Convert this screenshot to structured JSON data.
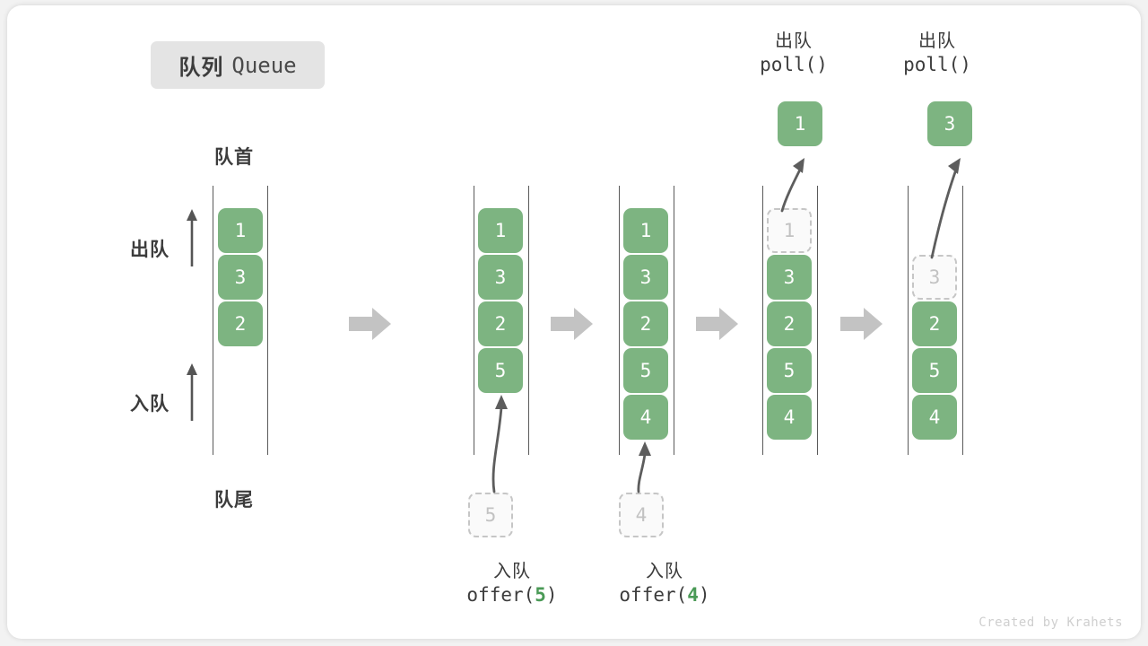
{
  "title": {
    "cn": "队列",
    "en": "Queue"
  },
  "labels": {
    "front": "队首",
    "rear": "队尾",
    "dequeue": "出队",
    "enqueue": "入队"
  },
  "colors": {
    "cell_green": "#7db481",
    "ghost_border": "#c6c6c6",
    "ghost_text": "#c2c2c2",
    "text_dark": "#3c3c3c",
    "arrow_gray": "#c3c3c3",
    "line_gray": "#5a5a5a",
    "badge_bg": "#e4e4e4",
    "code_arg_green": "#4a9a56",
    "footer_gray": "#cfcfcf"
  },
  "operations": [
    {
      "cn": "入队",
      "fn": "offer(",
      "arg": "5",
      "close": ")"
    },
    {
      "cn": "入队",
      "fn": "offer(",
      "arg": "4",
      "close": ")"
    },
    {
      "cn": "出队",
      "fn": "poll(",
      "arg": "",
      "close": ")"
    },
    {
      "cn": "出队",
      "fn": "poll(",
      "arg": "",
      "close": ")"
    }
  ],
  "stages": [
    {
      "name": "initial",
      "cells": [
        {
          "value": "1",
          "slot": 0,
          "ghost": false
        },
        {
          "value": "3",
          "slot": 1,
          "ghost": false
        },
        {
          "value": "2",
          "slot": 2,
          "ghost": false
        }
      ]
    },
    {
      "name": "after-offer-5",
      "cells": [
        {
          "value": "1",
          "slot": 0,
          "ghost": false
        },
        {
          "value": "3",
          "slot": 1,
          "ghost": false
        },
        {
          "value": "2",
          "slot": 2,
          "ghost": false
        },
        {
          "value": "5",
          "slot": 3,
          "ghost": false
        }
      ]
    },
    {
      "name": "after-offer-4",
      "cells": [
        {
          "value": "1",
          "slot": 0,
          "ghost": false
        },
        {
          "value": "3",
          "slot": 1,
          "ghost": false
        },
        {
          "value": "2",
          "slot": 2,
          "ghost": false
        },
        {
          "value": "5",
          "slot": 3,
          "ghost": false
        },
        {
          "value": "4",
          "slot": 4,
          "ghost": false
        }
      ]
    },
    {
      "name": "after-poll-1",
      "cells": [
        {
          "value": "1",
          "slot": 0,
          "ghost": true
        },
        {
          "value": "3",
          "slot": 1,
          "ghost": false
        },
        {
          "value": "2",
          "slot": 2,
          "ghost": false
        },
        {
          "value": "5",
          "slot": 3,
          "ghost": false
        },
        {
          "value": "4",
          "slot": 4,
          "ghost": false
        }
      ]
    },
    {
      "name": "after-poll-3",
      "cells": [
        {
          "value": "3",
          "slot": 1,
          "ghost": true
        },
        {
          "value": "2",
          "slot": 2,
          "ghost": false
        },
        {
          "value": "5",
          "slot": 3,
          "ghost": false
        },
        {
          "value": "4",
          "slot": 4,
          "ghost": false
        }
      ]
    }
  ],
  "incoming": [
    {
      "value": "5",
      "for_stage": "after-offer-5"
    },
    {
      "value": "4",
      "for_stage": "after-offer-4"
    }
  ],
  "outgoing": [
    {
      "value": "1",
      "from_stage": "after-poll-1"
    },
    {
      "value": "3",
      "from_stage": "after-poll-3"
    }
  ],
  "footer": "Created by Krahets"
}
